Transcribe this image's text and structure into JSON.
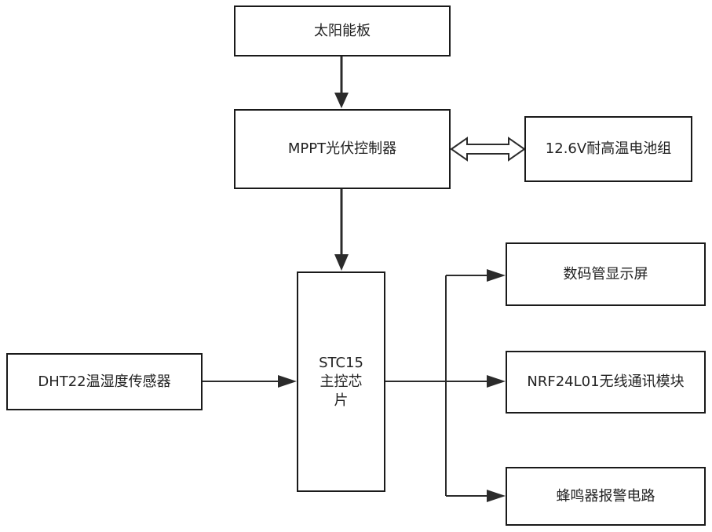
{
  "nodes": {
    "solar_panel": "太阳能板",
    "mppt_controller": "MPPT光伏控制器",
    "battery": "12.6V耐高温电池组",
    "mcu_line1": "STC15",
    "mcu_line2": "主控芯",
    "mcu_line3": "片",
    "sensor": "DHT22温湿度传感器",
    "display": "数码管显示屏",
    "wireless": "NRF24L01无线通讯模块",
    "buzzer": "蜂鸣器报警电路"
  },
  "colors": {
    "line": "#2b2b2b",
    "border": "#1a1a1a",
    "text": "#222222",
    "background": "#ffffff"
  }
}
